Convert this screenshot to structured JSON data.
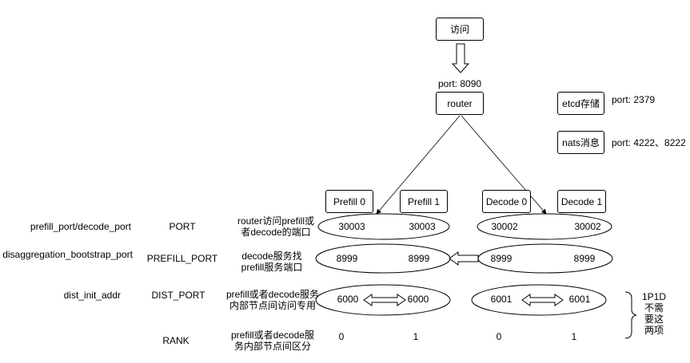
{
  "top": {
    "access_label": "访问",
    "router_port": "port: 8090",
    "router_label": "router"
  },
  "services": {
    "etcd_label": "etcd存储",
    "etcd_port": "port: 2379",
    "nats_label": "nats消息",
    "nats_port": "port: 4222、8222"
  },
  "nodes": [
    "Prefill 0",
    "Prefill 1",
    "Decode 0",
    "Decode 1"
  ],
  "rows": [
    {
      "param": "prefill_port/decode_port",
      "env": "PORT",
      "desc_lines": [
        "router访问prefill或",
        "者decode的端口"
      ],
      "prefill_values": [
        "30003",
        "30003"
      ],
      "decode_values": [
        "30002",
        "30002"
      ]
    },
    {
      "param": "disaggregation_bootstrap_port",
      "env": "PREFILL_PORT",
      "desc_lines": [
        "decode服务找",
        "prefill服务端口"
      ],
      "prefill_values": [
        "8999",
        "8999"
      ],
      "decode_values": [
        "8999",
        "8999"
      ]
    },
    {
      "param": "dist_init_addr",
      "env": "DIST_PORT",
      "desc_lines": [
        "prefill或者decode服务",
        "内部节点间访问专用"
      ],
      "prefill_values": [
        "6000",
        "6000"
      ],
      "decode_values": [
        "6001",
        "6001"
      ]
    },
    {
      "param": "",
      "env": "RANK",
      "desc_lines": [
        "prefill或者decode服",
        "务内部节点间区分"
      ],
      "prefill_values": [
        "0",
        "1"
      ],
      "decode_values": [
        "0",
        "1"
      ]
    }
  ],
  "note_lines": [
    "1P1D",
    "不需",
    "要这",
    "两项"
  ]
}
